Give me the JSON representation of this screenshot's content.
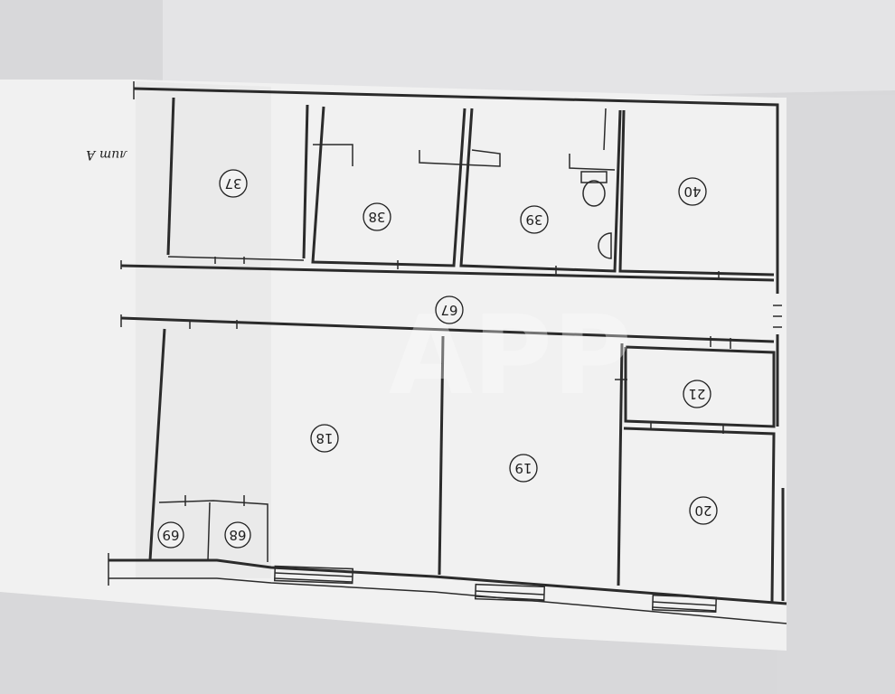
{
  "sheet_label": "лит А",
  "watermark": "APP",
  "rooms": [
    {
      "id": "r37",
      "number": "37"
    },
    {
      "id": "r38",
      "number": "38"
    },
    {
      "id": "r39",
      "number": "39"
    },
    {
      "id": "r40",
      "number": "40"
    },
    {
      "id": "r67",
      "number": "67"
    },
    {
      "id": "r18",
      "number": "18"
    },
    {
      "id": "r19",
      "number": "19"
    },
    {
      "id": "r21",
      "number": "21"
    },
    {
      "id": "r20",
      "number": "20"
    },
    {
      "id": "r69",
      "number": "69"
    },
    {
      "id": "r68",
      "number": "68"
    }
  ],
  "colors": {
    "paper": "#f2f2f2",
    "background": "#d9d9db",
    "wall": "#2b2b2b"
  }
}
